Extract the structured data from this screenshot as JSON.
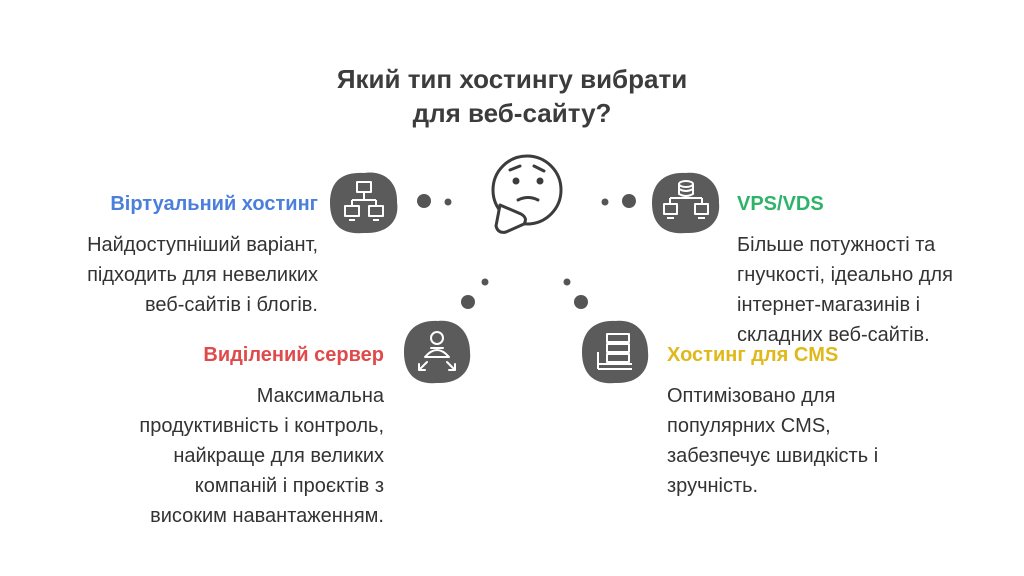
{
  "title": {
    "line1": "Який тип хостингу вибрати",
    "line2": "для веб-сайту?"
  },
  "center_icon": "thinking-face-icon",
  "options": [
    {
      "id": "virtual",
      "label": "Віртуальний хостинг",
      "color": "#4a7fdc",
      "icon": "network-computers-icon",
      "desc": [
        "Найдоступніший варіант,",
        "підходить для невеликих",
        "веб-сайтів і блогів."
      ]
    },
    {
      "id": "vps",
      "label": "VPS/VDS",
      "color": "#2fb36b",
      "icon": "database-network-icon",
      "desc": [
        "Більше потужності та",
        "гнучкості, ідеально для",
        "інтернет-магазинів і",
        "складних веб-сайтів."
      ]
    },
    {
      "id": "dedicated",
      "label": "Виділений сервер",
      "color": "#e04a4a",
      "icon": "person-expand-icon",
      "desc": [
        "Максимальна",
        "продуктивність і контроль,",
        "найкраще для великих",
        "компаній і проєктів з",
        "високим навантаженням."
      ]
    },
    {
      "id": "cms",
      "label": "Хостинг для CMS",
      "color": "#e0b81a",
      "icon": "server-rack-icon",
      "desc": [
        "Оптимізовано для",
        "популярних CMS,",
        "забезпечує швидкість і",
        "зручність."
      ]
    }
  ]
}
